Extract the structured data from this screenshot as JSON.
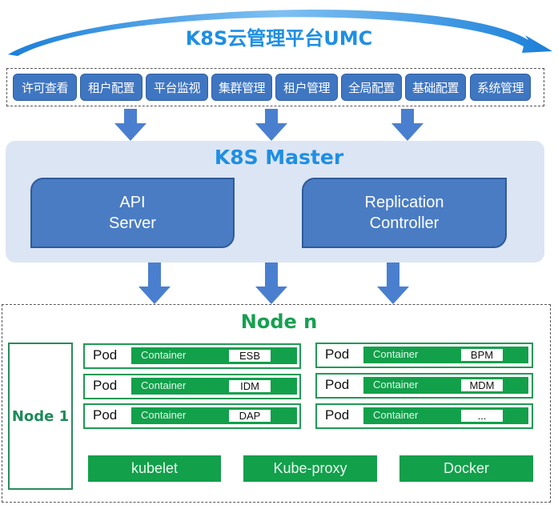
{
  "platform": {
    "title": "K8S云管理平台UMC",
    "colors": {
      "title": "#1e8fe3",
      "arc": "#1e8fe3",
      "menu_bg": "#3f76c2"
    },
    "menu": [
      {
        "label": "许可查看"
      },
      {
        "label": "租户配置"
      },
      {
        "label": "平台监视"
      },
      {
        "label": "集群管理"
      },
      {
        "label": "租户管理"
      },
      {
        "label": "全局配置"
      },
      {
        "label": "基础配置"
      },
      {
        "label": "系统管理"
      }
    ]
  },
  "master": {
    "title": "K8S Master",
    "colors": {
      "panel": "#dce5f4",
      "box": "#4a7cc4"
    },
    "components": [
      {
        "line1": "API",
        "line2": "Server"
      },
      {
        "line1": "Replication",
        "line2": "Controller"
      }
    ]
  },
  "nodes": {
    "title": "Node n",
    "node1_label": "Node 1",
    "colors": {
      "green": "#12a04b",
      "node_border": "#2a8a5e"
    },
    "pods_left": [
      {
        "pod": "Pod",
        "container": "Container",
        "service": "ESB"
      },
      {
        "pod": "Pod",
        "container": "Container",
        "service": "IDM"
      },
      {
        "pod": "Pod",
        "container": "Container",
        "service": "DAP"
      }
    ],
    "pods_right": [
      {
        "pod": "Pod",
        "container": "Container",
        "service": "BPM"
      },
      {
        "pod": "Pod",
        "container": "Container",
        "service": "MDM"
      },
      {
        "pod": "Pod",
        "container": "Container",
        "service": "..."
      }
    ],
    "components": [
      {
        "label": "kubelet"
      },
      {
        "label": "Kube-proxy"
      },
      {
        "label": "Docker"
      }
    ]
  }
}
